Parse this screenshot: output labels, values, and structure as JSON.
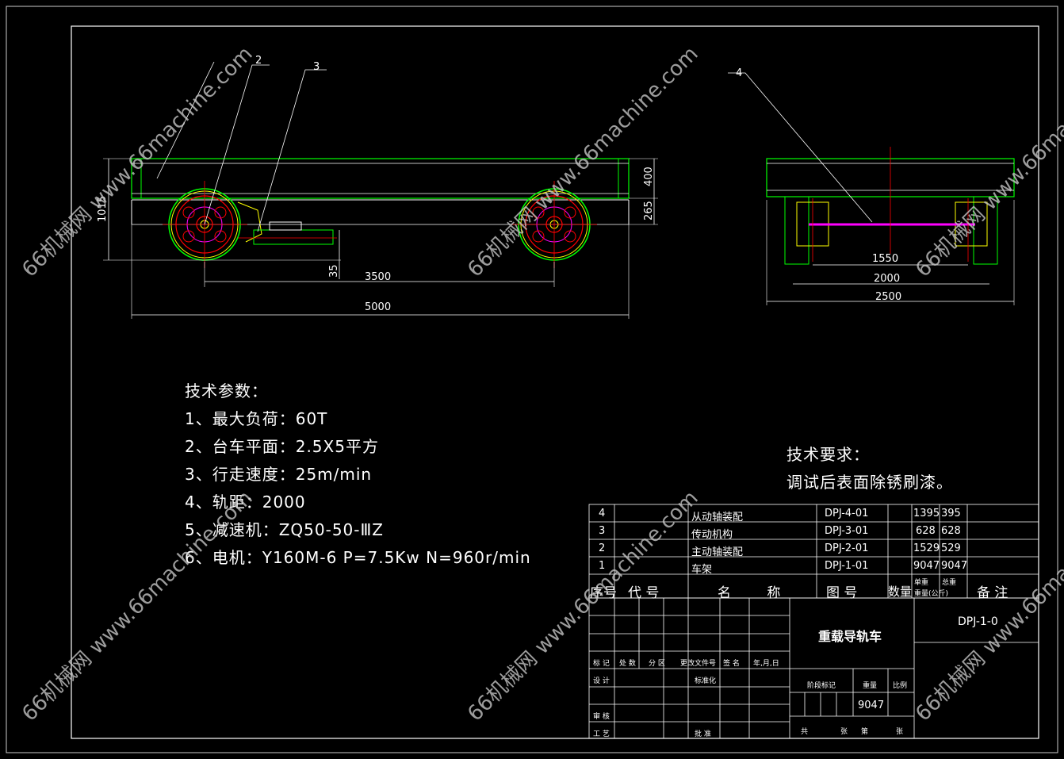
{
  "callouts": [
    "2",
    "3",
    "4"
  ],
  "dimensions": {
    "side_view": {
      "overall_height": "1015",
      "top_height": "400",
      "lower_height": "265",
      "rail_offset": "35",
      "wheelbase": "3500",
      "overall_length": "5000"
    },
    "end_view": {
      "inner": "1550",
      "gauge": "2000",
      "overall_width": "2500"
    }
  },
  "tech_params": {
    "title": "技术参数：",
    "items": [
      "1、最大负荷：60T",
      "2、台车平面：2.5X5平方",
      "3、行走速度：25m/min",
      "4、轨距：2000",
      "5、减速机：ZQ50-50-ⅢZ",
      "6、电机：Y160M-6 P=7.5Kw N=960r/min"
    ]
  },
  "tech_requirements": {
    "title": "技术要求：",
    "text": "调试后表面除锈刷漆。"
  },
  "bom": {
    "rows": [
      {
        "no": "4",
        "name": "从动轴装配",
        "drawing_no": "DPJ-4-01",
        "unit_weight": "1395",
        "total_weight": "395"
      },
      {
        "no": "3",
        "name": "传动机构",
        "drawing_no": "DPJ-3-01",
        "unit_weight": "628",
        "total_weight": "628"
      },
      {
        "no": "2",
        "name": "主动轴装配",
        "drawing_no": "DPJ-2-01",
        "unit_weight": "1529",
        "total_weight": "529"
      },
      {
        "no": "1",
        "name": "车架",
        "drawing_no": "DPJ-1-01",
        "unit_weight": "9047",
        "total_weight": "9047"
      }
    ],
    "headers": {
      "no": "序号",
      "code": "代 号",
      "name": "名 称",
      "drawing_no": "图 号",
      "qty": "数量",
      "unit_weight": "单重",
      "total_weight": "总重",
      "weight_unit": "重量(公斤)",
      "remark": "备 注"
    }
  },
  "title_block": {
    "title": "重载导轨车",
    "drawing_code": "DPJ-1-0",
    "weight_value": "9047",
    "labels": {
      "mark": "标 记",
      "count": "处 数",
      "zone": "分 区",
      "change_doc": "更改文件号",
      "sign": "签 名",
      "date": "年,月,日",
      "design": "设 计",
      "standard": "标准化",
      "review": "审 核",
      "process": "工 艺",
      "approve": "批 准",
      "stage_mark": "阶段标记",
      "weight": "重量",
      "scale": "比例",
      "total": "共",
      "sheet_of": "张  第",
      "sheet": "张"
    }
  },
  "watermark": "66机械网 www.66machine.com",
  "colors": {
    "background": "#000000",
    "outline": "#ffffff",
    "green": "#00ff00",
    "red": "#ff0000",
    "magenta": "#ff00ff",
    "yellow": "#ffff00"
  }
}
